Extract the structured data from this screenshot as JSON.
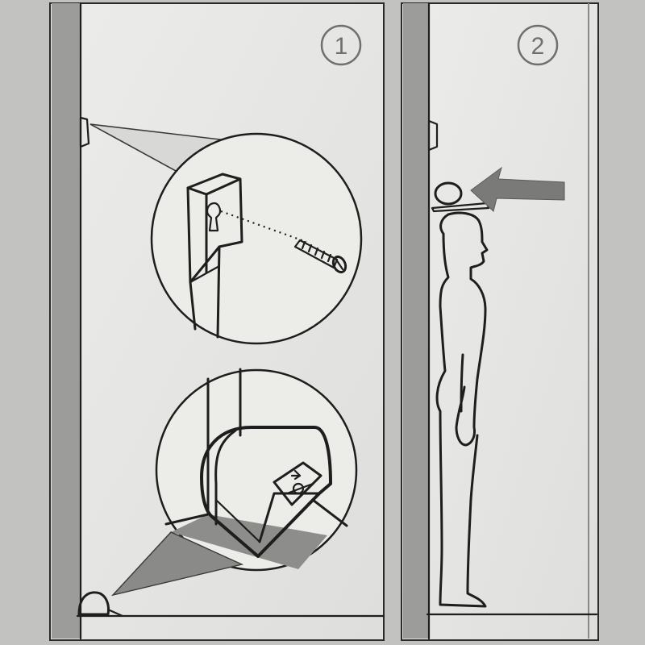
{
  "panels": [
    {
      "number": "1",
      "description_hidden": ""
    },
    {
      "number": "2",
      "description_hidden": ""
    }
  ],
  "colors": {
    "background": "#bdbdbb",
    "panel_fill": "#e9e9e7",
    "wall_strip": "#9a9a98",
    "floor_shadow": "#8a8a88",
    "arrow": "#7a7a78",
    "ink": "#1e1e1e",
    "number_ink": "#6f6f6f"
  },
  "icons": [
    "screw-icon",
    "arrow-icon",
    "person-silhouette",
    "measuring-head",
    "wall-bracket"
  ]
}
